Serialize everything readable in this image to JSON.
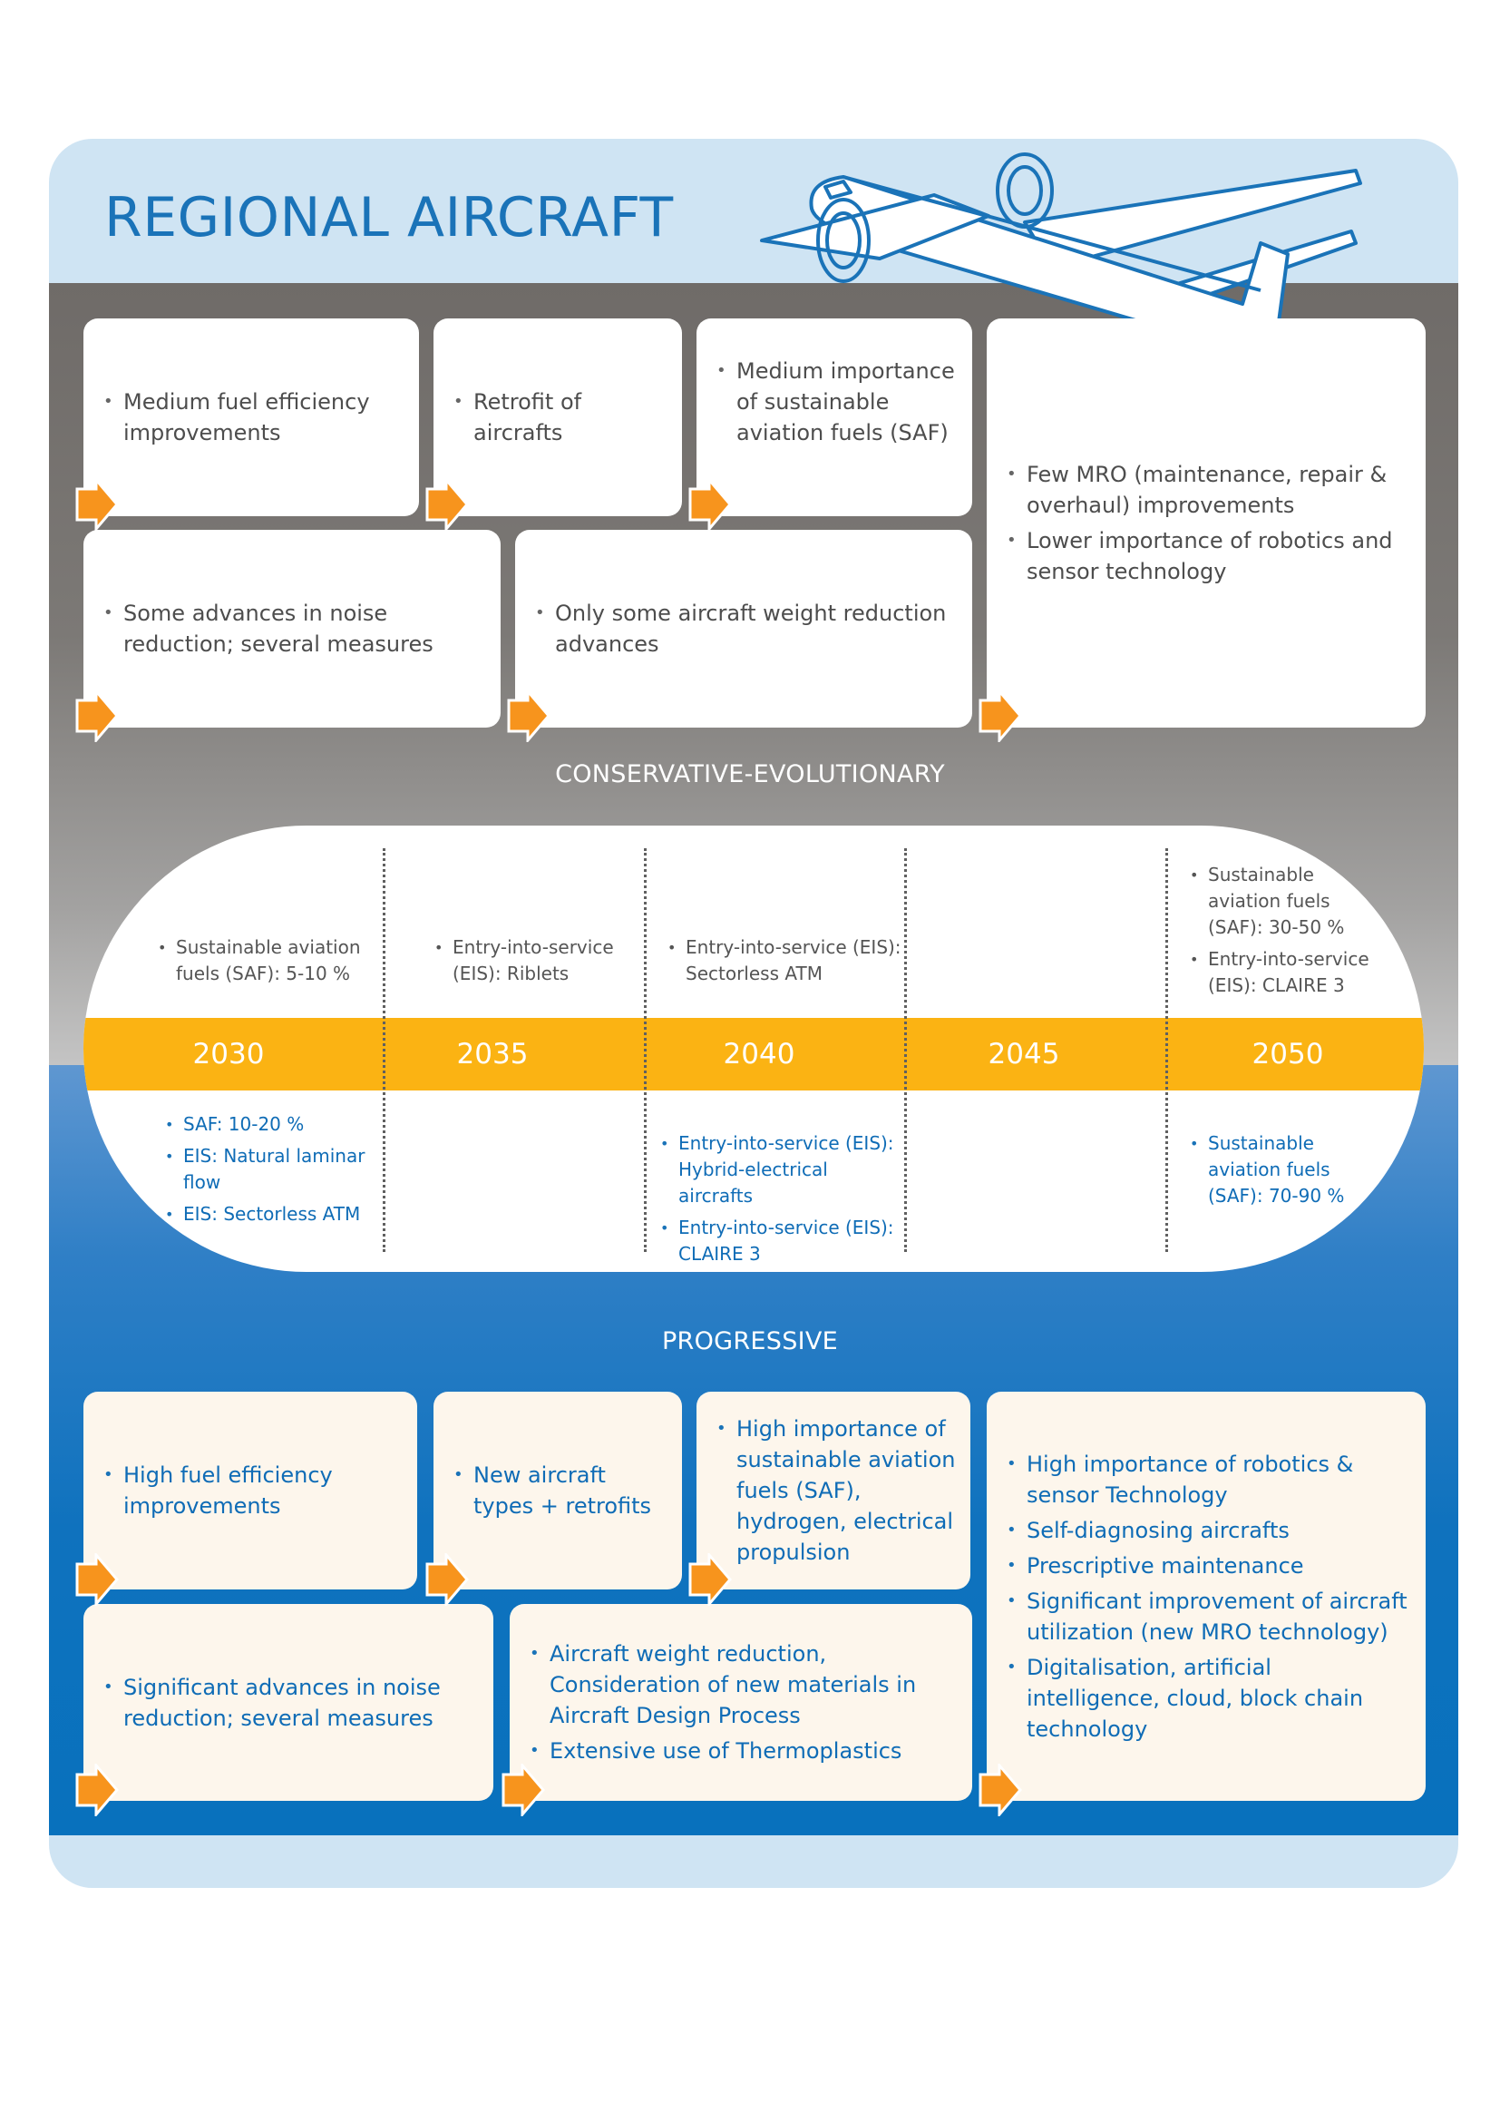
{
  "title": "REGIONAL AIRCRAFT",
  "conservative": {
    "label": "CONSERVATIVE-EVOLUTIONARY",
    "boxes": [
      {
        "items": [
          "Medium fuel efficiency improvements"
        ]
      },
      {
        "items": [
          "Retrofit of aircrafts"
        ]
      },
      {
        "items": [
          "Medium importance of sustainable aviation fuels (SAF)"
        ]
      },
      {
        "items": [
          "Few MRO (maintenance, repair & overhaul) improvements",
          "Lower importance of robotics and sensor technology"
        ]
      },
      {
        "items": [
          "Some advances in noise reduction; several measures"
        ]
      },
      {
        "items": [
          "Only some aircraft weight reduction advances"
        ]
      }
    ]
  },
  "progressive": {
    "label": "PROGRESSIVE",
    "boxes": [
      {
        "items": [
          "High fuel efficiency improvements"
        ]
      },
      {
        "items": [
          "New aircraft types + retrofits"
        ]
      },
      {
        "items": [
          "High importance of sustainable aviation fuels (SAF), hydrogen, electrical propulsion"
        ]
      },
      {
        "items": [
          "High importance of robotics & sensor Technology",
          "Self-diagnosing aircrafts",
          "Prescriptive maintenance",
          "Significant improvement of aircraft utilization (new MRO technology)",
          "Digitalisation, artificial intelligence, cloud, block chain technology"
        ]
      },
      {
        "items": [
          "Significant advances in noise reduction; several measures"
        ]
      },
      {
        "items": [
          "Aircraft weight reduction, Consideration of new materials in Aircraft Design Process",
          "Extensive use of Thermoplastics"
        ]
      }
    ]
  },
  "timeline": {
    "years": [
      "2030",
      "2035",
      "2040",
      "2045",
      "2050"
    ],
    "conservative": [
      [
        "Sustainable aviation fuels (SAF): 5-10 %"
      ],
      [
        "Entry-into-service (EIS): Riblets"
      ],
      [
        "Entry-into-service (EIS): Sectorless ATM"
      ],
      [],
      [
        "Sustainable aviation fuels (SAF): 30-50 %",
        "Entry-into-service (EIS): CLAIRE 3"
      ]
    ],
    "progressive": [
      [
        "SAF: 10-20 %",
        "EIS: Natural laminar flow",
        "EIS: Sectorless ATM"
      ],
      [],
      [
        "Entry-into-service (EIS): Hybrid-electrical aircrafts",
        "Entry-into-service (EIS): CLAIRE 3"
      ],
      [],
      [
        "Sustainable aviation fuels (SAF): 70-90 %"
      ]
    ]
  },
  "colors": {
    "title_blue": "#1a73b8",
    "arrow_orange": "#f7941d",
    "year_band": "#fbb313",
    "frame_light_blue": "#cfe4f3"
  },
  "icons": {
    "plane": "airplane-outline-icon",
    "arrow": "orange-right-arrow-icon"
  }
}
